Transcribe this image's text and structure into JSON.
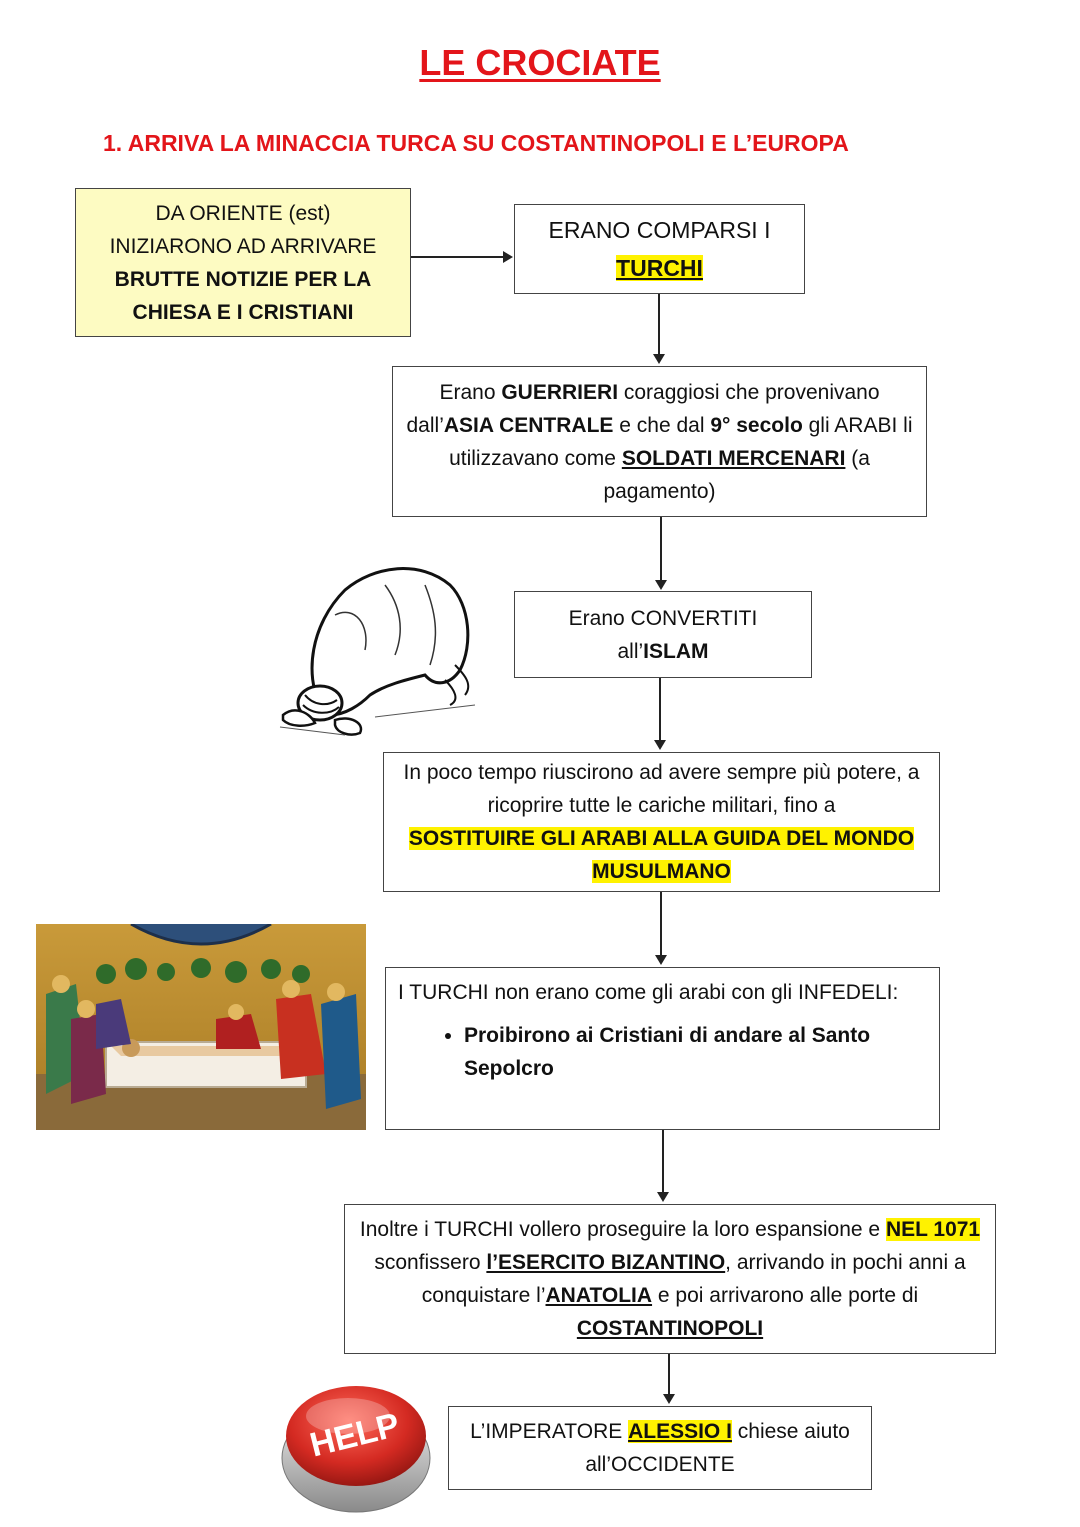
{
  "title": "LE CROCIATE",
  "section": {
    "heading": "1. ARRIVA LA MINACCIA TURCA SU COSTANTINOPOLI E L’EUROPA"
  },
  "box_oriente": {
    "line1": "DA ORIENTE (est)",
    "line2": "INIZIARONO AD ARRIVARE",
    "line3": "BRUTTE NOTIZIE PER LA",
    "line4": "CHIESA E I CRISTIANI"
  },
  "box_turchi": {
    "line1": "ERANO COMPARSI I",
    "highlight": "TURCHI"
  },
  "box_guerrieri": {
    "t1": "Erano ",
    "b1": "GUERRIERI",
    "t2": " coraggiosi che provenivano dall’",
    "b2": "ASIA CENTRALE",
    "t3": " e che dal ",
    "b3": "9° secolo",
    "t4": " gli ARABI li utilizzavano come ",
    "b4": "SOLDATI MERCENARI",
    "t5": " (a pagamento)"
  },
  "box_islam": {
    "line1": "Erano CONVERTITI",
    "pre": "all’",
    "bold": "ISLAM"
  },
  "box_potere": {
    "text": "In poco tempo riuscirono ad avere sempre più potere, a ricoprire tutte le cariche militari, fino a",
    "highlight": "SOSTITUIRE GLI ARABI ALLA GUIDA DEL MONDO MUSULMANO"
  },
  "box_infedeli": {
    "text": "I TURCHI non erano come gli arabi con gli INFEDELI:",
    "bullet": "Proibirono ai Cristiani di andare al Santo Sepolcro"
  },
  "box_bizantino": {
    "t1": "Inoltre i TURCHI vollero proseguire la loro espansione e ",
    "h1": "NEL 1071",
    "t2": " sconfissero ",
    "u1": "l’ESERCITO BIZANTINO",
    "t3": ", arrivando in pochi anni a conquistare l’",
    "u2": "ANATOLIA",
    "t4": " e poi arrivarono alle porte di ",
    "u3": "COSTANTINOPOLI"
  },
  "box_alessio": {
    "t1": "L’IMPERATORE ",
    "h1": "ALESSIO I",
    "t2": " chiese aiuto all’OCCIDENTE"
  },
  "help_button": {
    "label": "HELP",
    "color": "#d42a22"
  },
  "colors": {
    "title": "#e3151a",
    "highlight": "#fff200",
    "yellow_box": "#fdfbc2"
  }
}
